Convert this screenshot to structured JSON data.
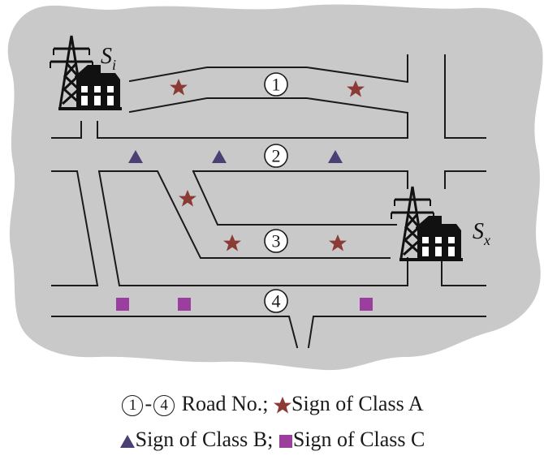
{
  "colors": {
    "area_fill": "#c9c9c9",
    "sign_a": "#8b3a36",
    "sign_b": "#4b3f73",
    "sign_c": "#9c3ea0"
  },
  "stations": [
    {
      "id": "Si",
      "letter": "S",
      "subscript": "i",
      "icon": "power-tower-house-icon"
    },
    {
      "id": "Sx",
      "letter": "S",
      "subscript": "x",
      "icon": "power-tower-house-icon"
    }
  ],
  "roads": [
    {
      "no": "1",
      "glyph": "①"
    },
    {
      "no": "2",
      "glyph": "②"
    },
    {
      "no": "3",
      "glyph": "③"
    },
    {
      "no": "4",
      "glyph": "④"
    }
  ],
  "signs": [
    {
      "class": "A",
      "shape": "star-icon",
      "road": "1"
    },
    {
      "class": "A",
      "shape": "star-icon",
      "road": "1"
    },
    {
      "class": "B",
      "shape": "triangle-icon",
      "road": "2"
    },
    {
      "class": "B",
      "shape": "triangle-icon",
      "road": "2"
    },
    {
      "class": "B",
      "shape": "triangle-icon",
      "road": "2"
    },
    {
      "class": "A",
      "shape": "star-icon",
      "road": "3"
    },
    {
      "class": "A",
      "shape": "star-icon",
      "road": "3"
    },
    {
      "class": "A",
      "shape": "star-icon",
      "road": "3"
    },
    {
      "class": "C",
      "shape": "square-icon",
      "road": "4"
    },
    {
      "class": "C",
      "shape": "square-icon",
      "road": "4"
    },
    {
      "class": "C",
      "shape": "square-icon",
      "road": "4"
    }
  ],
  "legend": {
    "range_start": "①",
    "range_dash": "-",
    "range_end": "④",
    "road_label": " Road No.;",
    "class_a": "Sign of Class A",
    "class_b": "Sign of Class B;",
    "class_c": "Sign of Class C"
  }
}
